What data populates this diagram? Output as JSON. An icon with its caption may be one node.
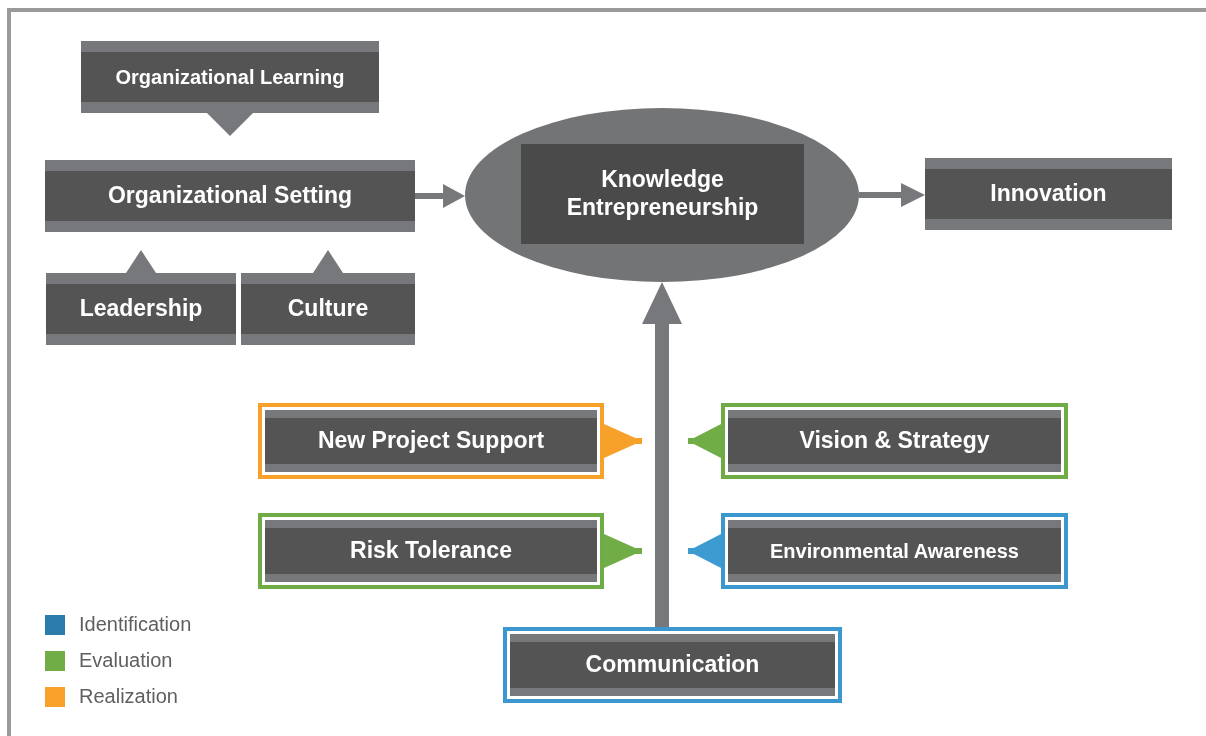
{
  "diagram": {
    "nodes": [
      {
        "text": [
          "Organizational Learning"
        ]
      },
      {
        "text": [
          "Organizational Setting"
        ]
      },
      {
        "text": [
          "Leadership"
        ]
      },
      {
        "text": [
          "Culture"
        ]
      },
      {
        "text": [
          "Knowledge Entrepreneurship"
        ]
      },
      {
        "text": [
          "Innovation"
        ]
      },
      {
        "text": [
          "New Project Support"
        ]
      },
      {
        "text": [
          "Vision & Strategy"
        ]
      },
      {
        "text": [
          "Risk Tolerance"
        ]
      },
      {
        "text": [
          "Environmental Awareness"
        ]
      },
      {
        "text": [
          "Communication"
        ]
      }
    ],
    "edges": [
      {
        "from": 0,
        "to": 1,
        "arrow": "to"
      },
      {
        "from": 2,
        "to": 1,
        "arrow": "to"
      },
      {
        "from": 3,
        "to": 1,
        "arrow": "to"
      },
      {
        "from": 1,
        "to": 4,
        "arrow": "to"
      },
      {
        "from": 4,
        "to": 5,
        "arrow": "to"
      },
      {
        "from": 10,
        "to": 4,
        "arrow": "to",
        "style": "thick"
      },
      {
        "from": 6,
        "to": null,
        "arrow": "to",
        "color": "#f7a12a"
      },
      {
        "from": 7,
        "to": null,
        "arrow": "to",
        "color": "#70ad47"
      },
      {
        "from": 8,
        "to": null,
        "arrow": "to",
        "color": "#70ad47"
      },
      {
        "from": 9,
        "to": null,
        "arrow": "to",
        "color": "#3d9bd1"
      }
    ],
    "legend": [
      {
        "text": "Identification",
        "color": "#2b7bab"
      },
      {
        "text": "Evaluation",
        "color": "#70ad47"
      },
      {
        "text": "Realization",
        "color": "#f9a12b"
      }
    ]
  }
}
